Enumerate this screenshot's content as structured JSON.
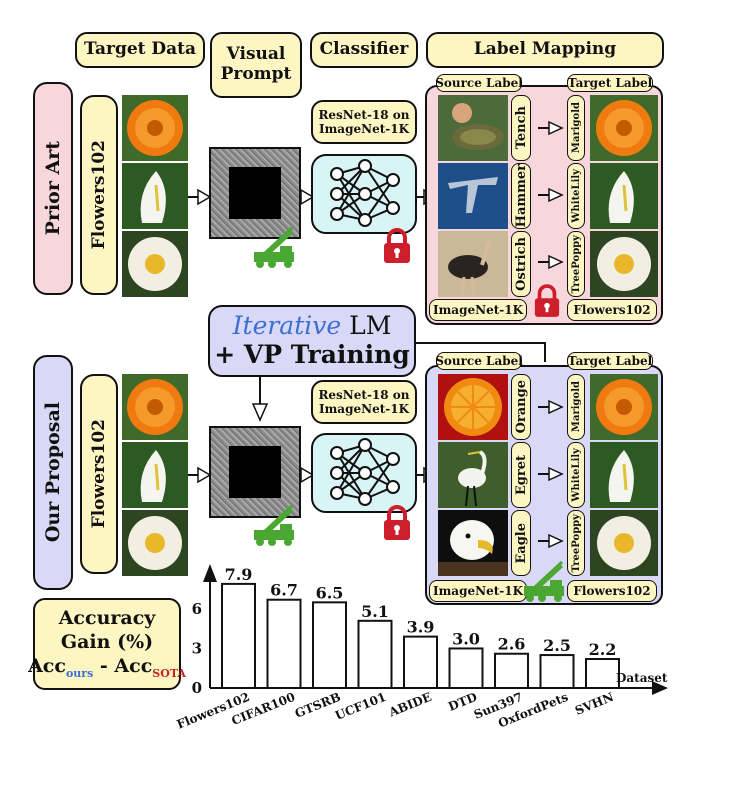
{
  "headers": {
    "target_data": "Target Data",
    "visual_prompt_line1": "Visual",
    "visual_prompt_line2": "Prompt",
    "classifier": "Classifier",
    "label_mapping": "Label Mapping"
  },
  "prior": {
    "row_label": "Prior Art",
    "dataset": "Flowers102",
    "classifier_line1": "ResNet-18 on",
    "classifier_line2": "ImageNet-1K",
    "source_label": "Source Label",
    "target_label": "Target Label",
    "source_classes": [
      "Tench",
      "Hammer",
      "Ostrich"
    ],
    "target_classes": [
      "Marigold",
      "WhiteLily",
      "TreePoppy"
    ],
    "source_dataset": "ImageNet-1K",
    "target_dataset": "Flowers102"
  },
  "proposal": {
    "row_label": "Our Proposal",
    "dataset": "Flowers102",
    "training_line1_italic": "Iterative",
    "training_line1_rest": " LM",
    "training_line2": "+ VP Training",
    "classifier_line1": "ResNet-18 on",
    "classifier_line2": "ImageNet-1K",
    "source_label": "Source Label",
    "target_label": "Target Label",
    "source_classes": [
      "Orange",
      "Egret",
      "Eagle"
    ],
    "target_classes": [
      "Marigold",
      "WhiteLily",
      "TreePoppy"
    ],
    "source_dataset": "ImageNet-1K",
    "target_dataset": "Flowers102"
  },
  "accuracy_box": {
    "line1": "Accuracy",
    "line2": "Gain (%)",
    "acc": "Acc",
    "sub_ours": "ours",
    "minus": " - ",
    "sub_sota": "SOTA"
  },
  "colors": {
    "header_fill": "#fdf6c3",
    "prior_fill": "#f8d7dc",
    "proposal_fill": "#d9d9f7",
    "classifier_fill": "#d9f4f4",
    "iterative_blue": "#3b6fd4",
    "sota_red": "#cc2222",
    "lock_red": "#cc1f2b",
    "crane_green": "#4aa832"
  },
  "chart_data": {
    "type": "bar",
    "categories": [
      "Flowers102",
      "CIFAR100",
      "GTSRB",
      "UCF101",
      "ABIDE",
      "DTD",
      "Sun397",
      "OxfordPets",
      "SVHN"
    ],
    "values": [
      7.9,
      6.7,
      6.5,
      5.1,
      3.9,
      3.0,
      2.6,
      2.5,
      2.2
    ],
    "value_labels": [
      "7.9",
      "6.7",
      "6.5",
      "5.1",
      "3.9",
      "3.0",
      "2.6",
      "2.5",
      "2.2"
    ],
    "yticks": [
      0,
      3,
      6
    ],
    "ylim": [
      0,
      8.5
    ],
    "xlabel": "Dataset",
    "ylabel": ""
  }
}
